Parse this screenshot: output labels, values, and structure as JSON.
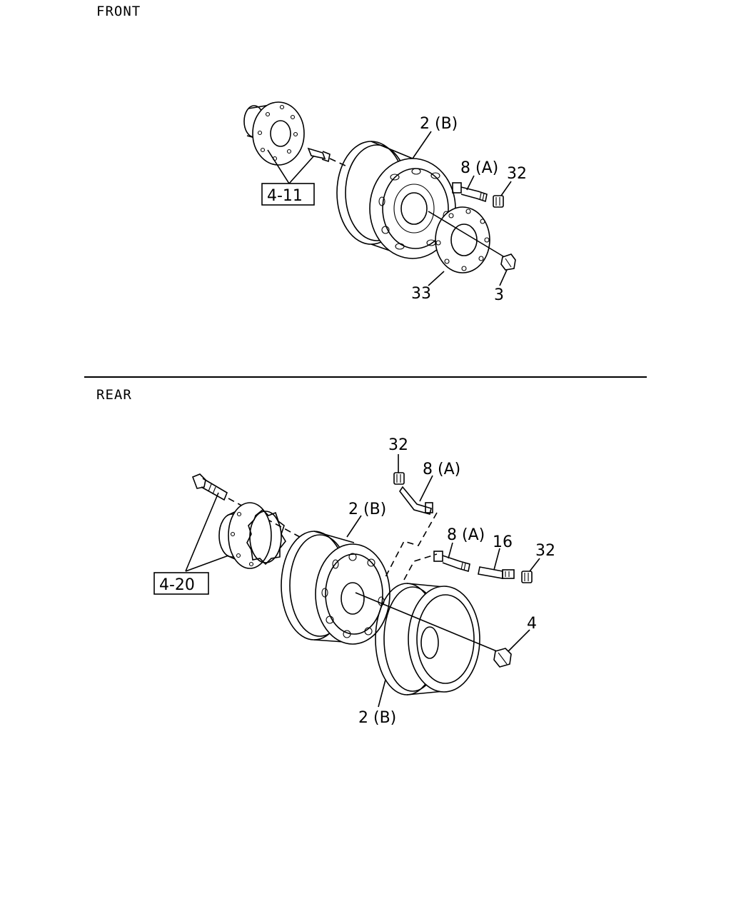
{
  "sections": {
    "front": {
      "title": "FRONT",
      "labels": {
        "rim": "2 (B)",
        "valve": "8 (A)",
        "cap": "32",
        "disc": "33",
        "nut": "3",
        "ref": "4-11"
      }
    },
    "rear": {
      "title": "REAR",
      "labels": {
        "cap_top": "32",
        "valve_top": "8 (A)",
        "rim_inner": "2 (B)",
        "valve_mid": "8 (A)",
        "extension": "16",
        "cap_right": "32",
        "nut": "4",
        "rim_outer": "2 (B)",
        "ref": "4-20"
      }
    }
  },
  "colors": {
    "line": "#000000",
    "background": "#ffffff"
  }
}
